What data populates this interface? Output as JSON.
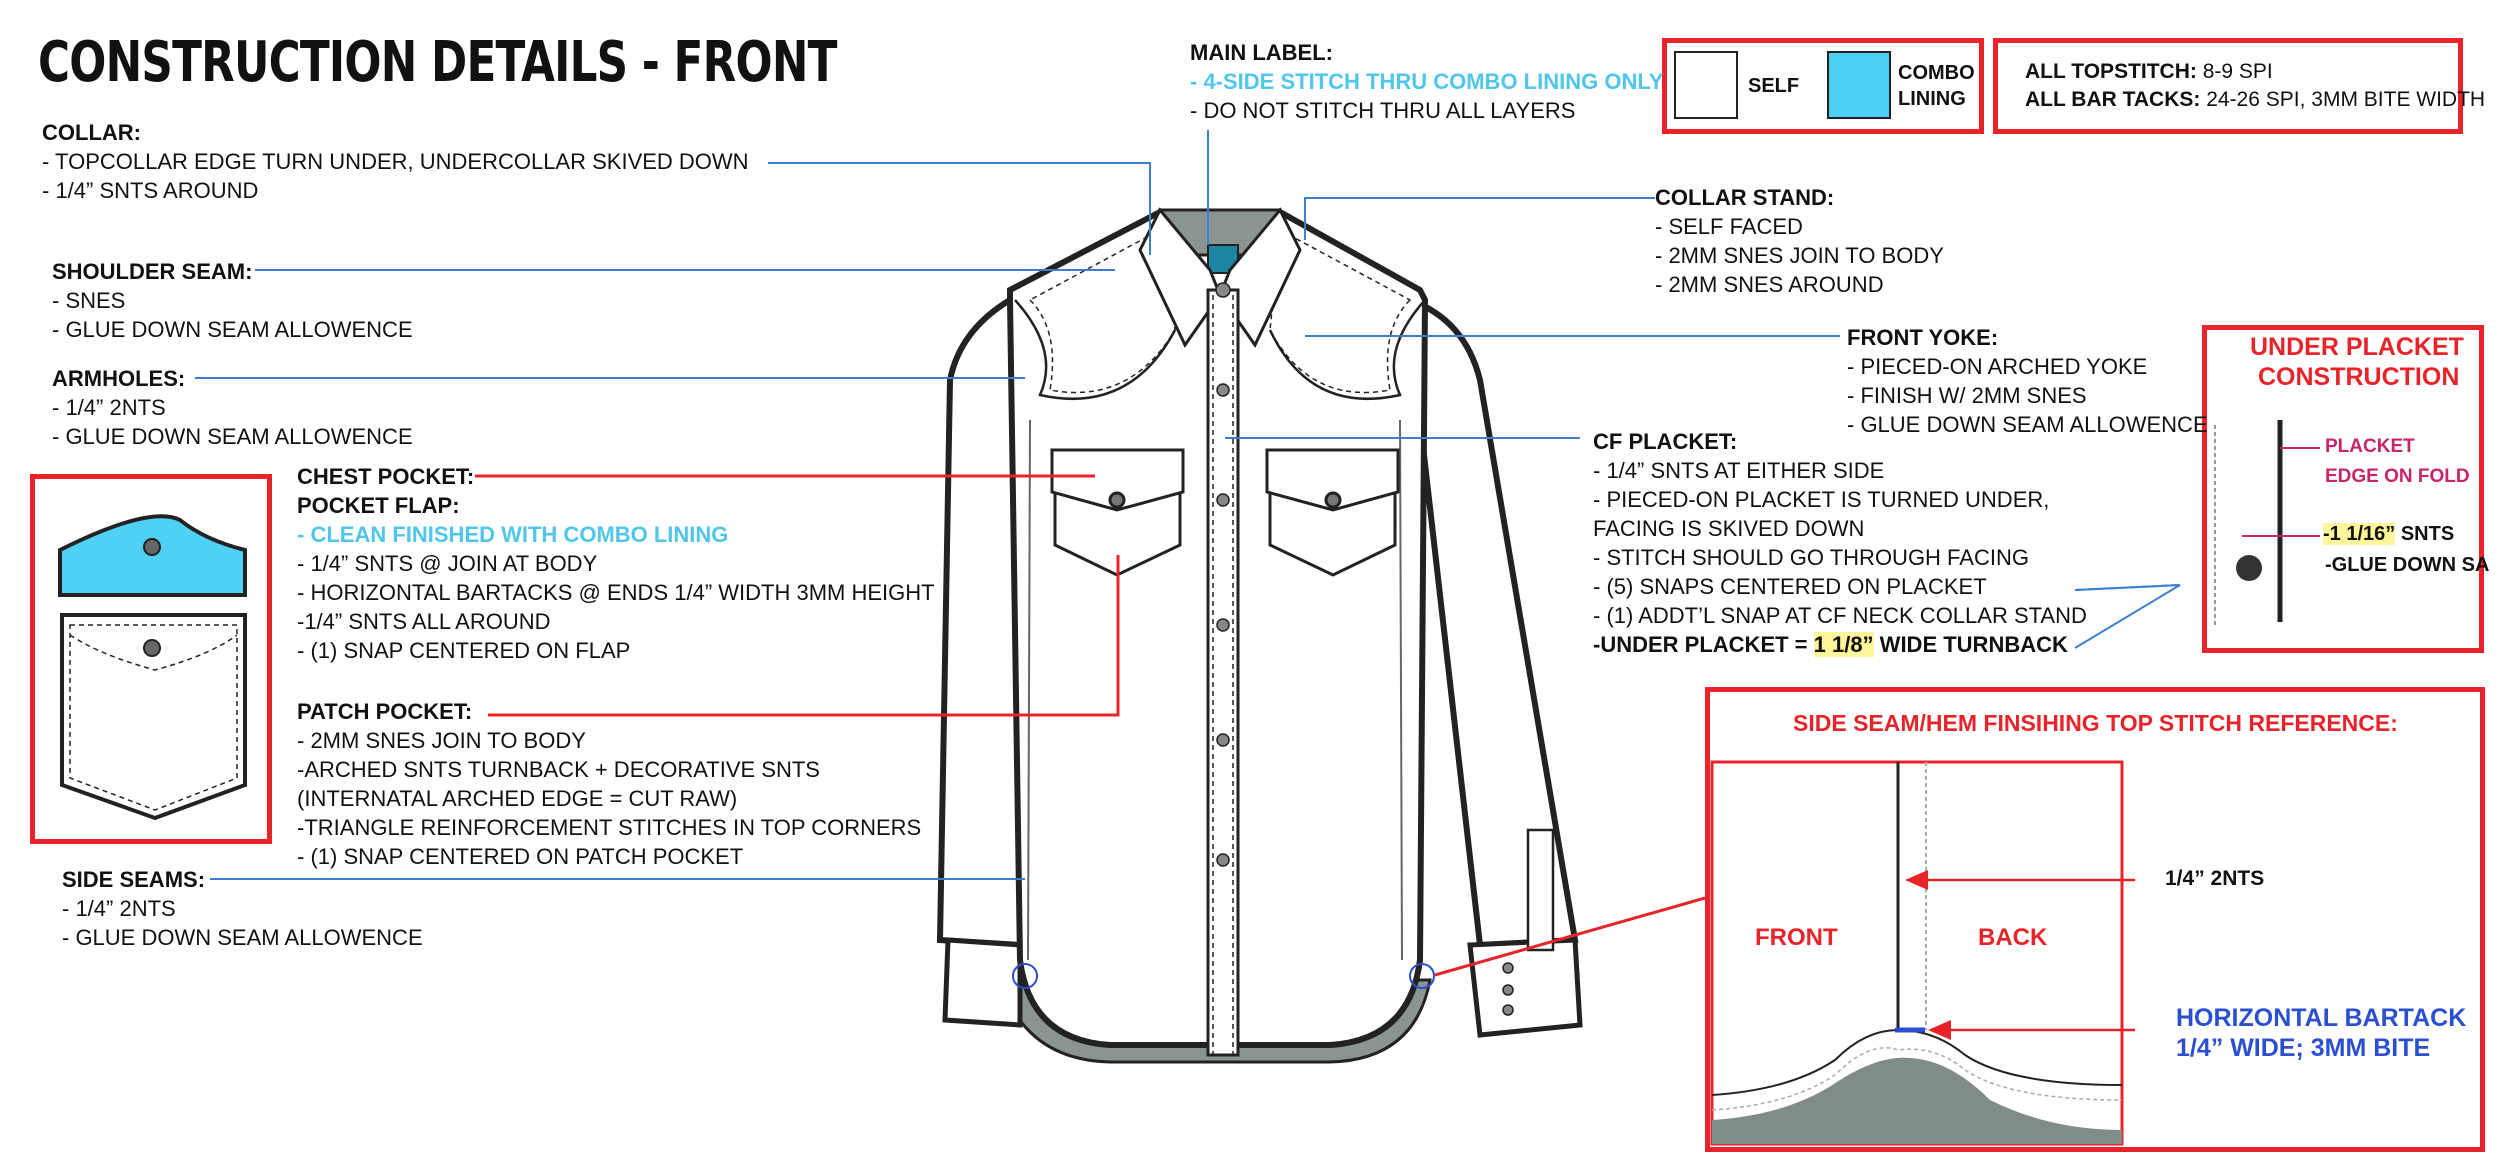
{
  "title": "CONSTRUCTION DETAILS - FRONT",
  "collar": {
    "heading": "COLLAR:",
    "lines": [
      "- TOPCOLLAR EDGE TURN UNDER, UNDERCOLLAR SKIVED DOWN",
      "- 1/4” SNTS AROUND"
    ]
  },
  "shoulder": {
    "heading": "SHOULDER SEAM:",
    "lines": [
      "- SNES",
      "- GLUE DOWN SEAM ALLOWENCE"
    ]
  },
  "armholes": {
    "heading": "ARMHOLES:",
    "lines": [
      "- 1/4” 2NTS",
      "- GLUE DOWN SEAM ALLOWENCE"
    ]
  },
  "chest_pocket": {
    "heading": "CHEST POCKET:"
  },
  "pocket_flap": {
    "heading": "POCKET FLAP:",
    "highlight": "- CLEAN FINISHED WITH COMBO LINING",
    "lines": [
      "- 1/4” SNTS @ JOIN AT BODY",
      "- HORIZONTAL BARTACKS @ ENDS 1/4” WIDTH 3MM HEIGHT",
      "-1/4” SNTS ALL AROUND",
      "- (1) SNAP CENTERED ON FLAP"
    ]
  },
  "patch_pocket": {
    "heading": "PATCH POCKET:",
    "lines": [
      "- 2MM SNES JOIN TO BODY",
      "-ARCHED SNTS  TURNBACK + DECORATIVE SNTS",
      "(INTERNATAL ARCHED EDGE = CUT RAW)",
      "-TRIANGLE REINFORCEMENT STITCHES IN TOP CORNERS",
      "- (1) SNAP CENTERED ON PATCH POCKET"
    ]
  },
  "side_seams": {
    "heading": "SIDE SEAMS:",
    "lines": [
      "- 1/4” 2NTS",
      "- GLUE DOWN SEAM ALLOWENCE"
    ]
  },
  "main_label": {
    "heading": "MAIN LABEL:",
    "highlight": "- 4-SIDE STITCH THRU COMBO LINING ONLY",
    "lines": [
      "- DO NOT STITCH THRU ALL LAYERS"
    ]
  },
  "legend": {
    "self": "SELF",
    "combo_line1": "COMBO",
    "combo_line2": "LINING"
  },
  "topstitch": {
    "label1": "ALL TOPSTITCH:",
    "value1": " 8-9 SPI",
    "label2": "ALL BAR TACKS:",
    "value2": " 24-26 SPI, 3MM BITE WIDTH"
  },
  "collar_stand": {
    "heading": "COLLAR STAND:",
    "lines": [
      "- SELF FACED",
      "- 2MM SNES JOIN TO BODY",
      "- 2MM SNES AROUND"
    ]
  },
  "front_yoke": {
    "heading": "FRONT YOKE:",
    "lines": [
      "- PIECED-ON ARCHED YOKE",
      "- FINISH W/ 2MM SNES",
      "- GLUE DOWN SEAM ALLOWENCE"
    ]
  },
  "cf_placket": {
    "heading": "CF PLACKET:",
    "lines": [
      "- 1/4” SNTS AT EITHER SIDE",
      "- PIECED-ON PLACKET IS TURNED UNDER,",
      "FACING IS SKIVED DOWN",
      "- STITCH SHOULD GO THROUGH FACING",
      "- (5) SNAPS CENTERED ON PLACKET",
      "- (1) ADDT’L SNAP AT CF NECK COLLAR STAND"
    ],
    "last_prefix": "-UNDER PLACKET = ",
    "last_highlight": "1 1/8”",
    "last_suffix": " WIDE TURNBACK"
  },
  "under_placket": {
    "title1": "UNDER PLACKET",
    "title2": "CONSTRUCTION",
    "label1a": "PLACKET",
    "label1b": "EDGE ON FOLD",
    "label2_highlight": "-1 1/16”",
    "label2_rest": " SNTS",
    "label3": "-GLUE DOWN SA"
  },
  "side_seam_ref": {
    "title": "SIDE SEAM/HEM FINSIHING TOP STITCH REFERENCE:",
    "front": "FRONT",
    "back": "BACK",
    "nts": "1/4” 2NTS",
    "bartack1": "HORIZONTAL BARTACK",
    "bartack2": "1/4” WIDE; 3MM BITE"
  },
  "colors": {
    "combo": "#4fd0f5",
    "red": "#e8242a",
    "blue_leader": "#3a7fd0",
    "label_blue": "#2a4fd0",
    "gray": "#7f8c88"
  }
}
